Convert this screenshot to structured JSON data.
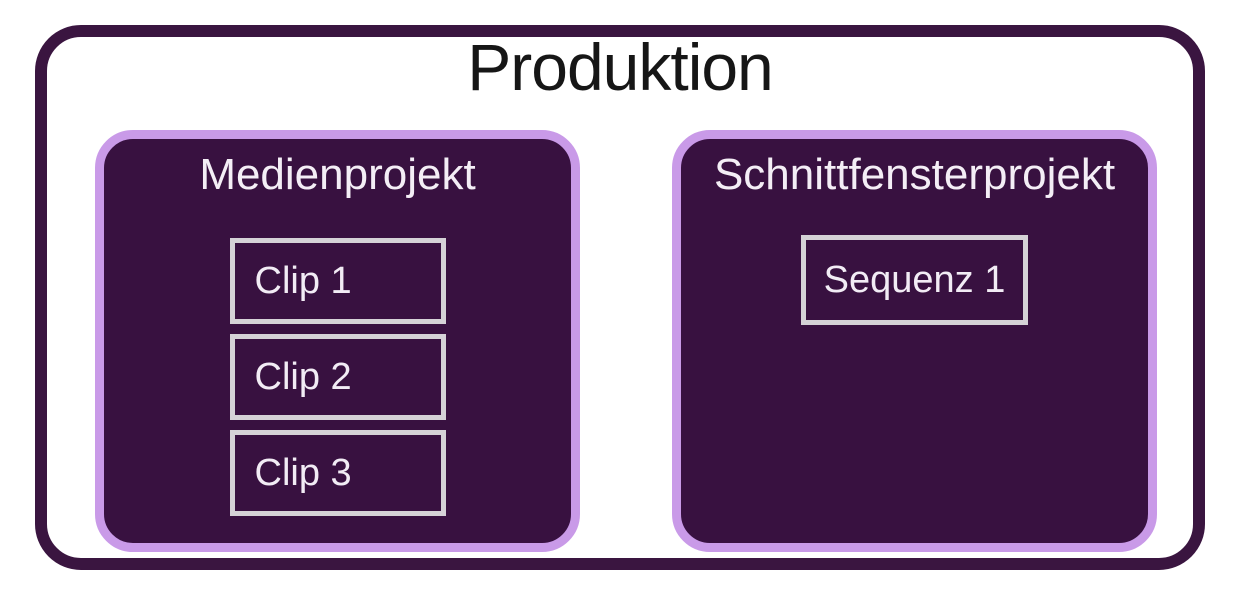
{
  "diagram": {
    "title": "Produktion",
    "colors": {
      "outer_border": "#3a1540",
      "container_fill": "#381140",
      "container_border": "#c99ae8",
      "item_border": "#d5d2d7",
      "item_text": "#f2ecf5",
      "label_text": "#f4eef6",
      "title_text": "#161616"
    },
    "containers": [
      {
        "label": "Medienprojekt",
        "items": [
          {
            "label": "Clip 1"
          },
          {
            "label": "Clip 2"
          },
          {
            "label": "Clip 3"
          }
        ]
      },
      {
        "label": "Schnittfensterprojekt",
        "items": [
          {
            "label": "Sequenz 1"
          }
        ]
      }
    ]
  }
}
